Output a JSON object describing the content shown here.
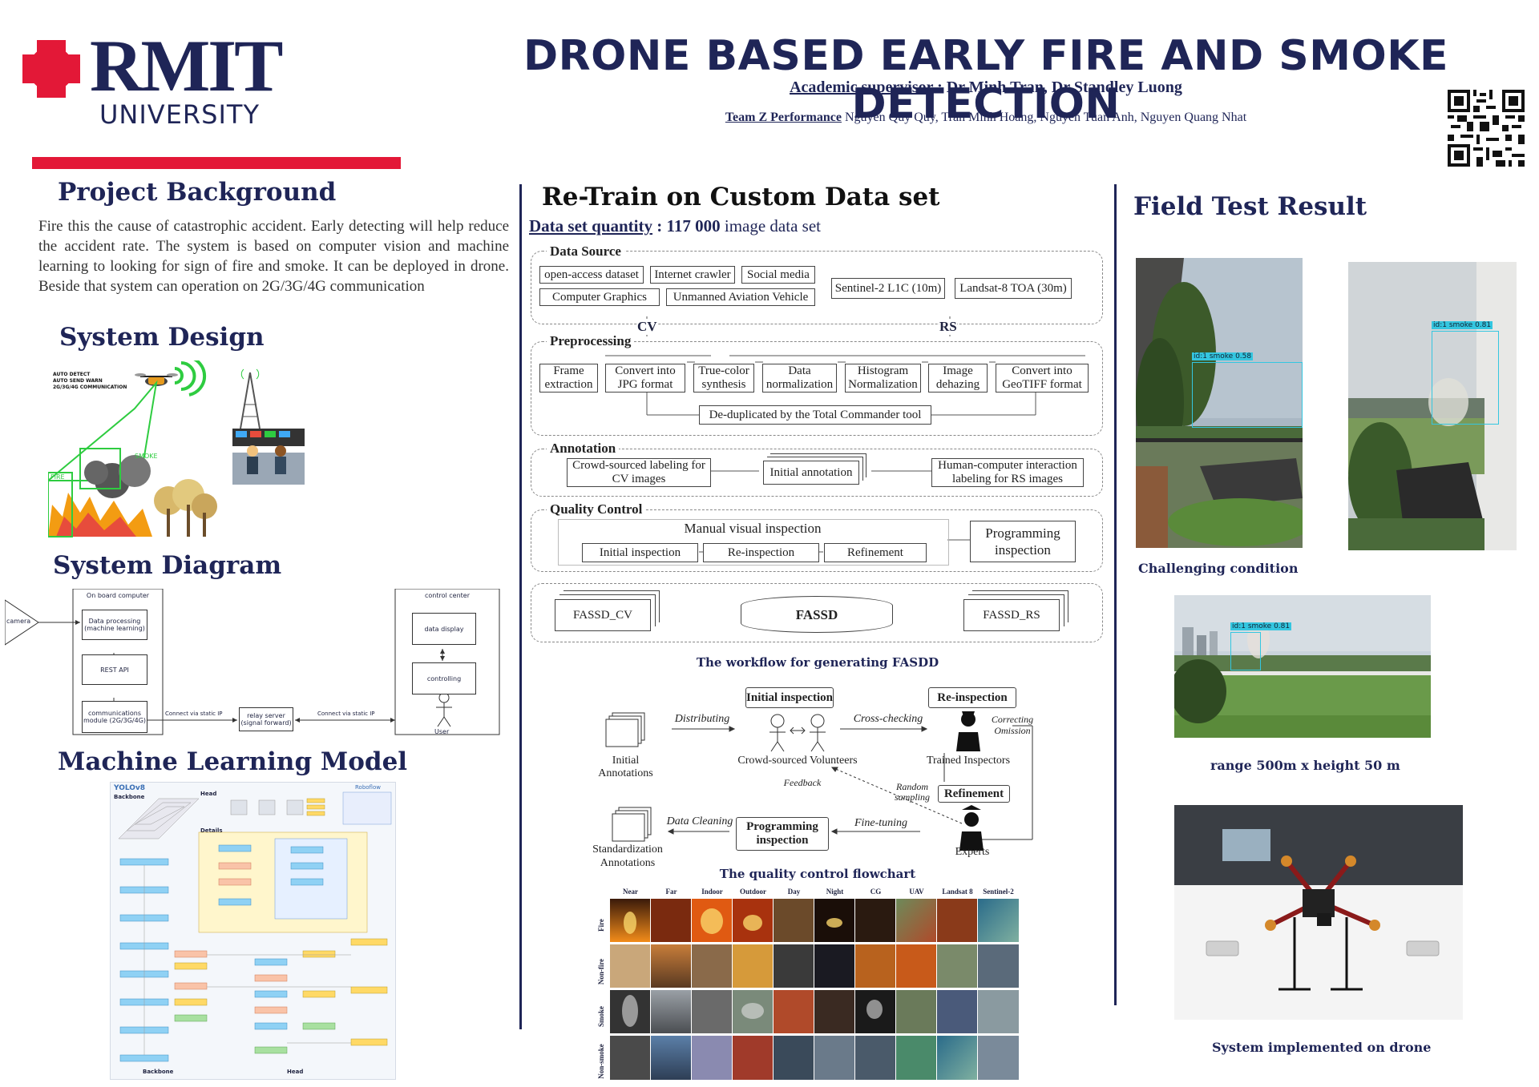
{
  "logo": {
    "name": "RMIT",
    "subtitle": "UNIVERSITY"
  },
  "header": {
    "title": "DRONE BASED EARLY FIRE AND SMOKE DETECTION",
    "supervisor_label": "Academic supervisor",
    "supervisor_names": " : Dr Minh Tran, Dr Standley Luong",
    "team_label": "Team Z Performance",
    "team_names": "  Nguyen Quy Quy, Tran Minh Hoang, Nguyen Tuan Anh, Nguyen Quang Nhat"
  },
  "left": {
    "background_title": "Project Background",
    "background_text": "Fire this the cause of  catastrophic accident. Early detecting will help reduce the accident rate. The system is based on computer vision and machine learning to looking for sign of fire and smoke. It can be deployed in drone. Beside that system can operation on 2G/3G/4G communication",
    "design_title": "System Design",
    "design_caption": [
      "AUTO DETECT",
      "AUTO SEND WARN",
      "2G/3G/4G COMMUNICATION"
    ],
    "design_smoke": "SMOKE",
    "design_fire": "FIRE",
    "diagram_title": "System Diagram",
    "diagram": {
      "camera": "camera",
      "onboard": "On board computer",
      "data_processing": "Data processing (machine learning)",
      "rest_api": "REST API",
      "comm_module": "communications module (2G/3G/4G)",
      "connect1": "Connect via static IP",
      "relay": "relay server (signal forward)",
      "connect2": "Connect via static IP",
      "control_center": "control center",
      "data_display": "data display",
      "controlling": "controlling",
      "user": "User"
    },
    "ml_title": "Machine Learning Model",
    "ml": {
      "yolo": "YOLOv8",
      "backbone": "Backbone",
      "head": "Head",
      "details": "Details",
      "brand": "Roboflow",
      "foot_backbone": "Backbone",
      "foot_head": "Head"
    }
  },
  "middle": {
    "title": "Re-Train on Custom Data set",
    "quantity_label": "Data set quantity",
    "quantity_value": " : 117 000",
    "quantity_suffix": " image data set",
    "data_source": "Data Source",
    "sources": [
      "open-access dataset",
      "Internet crawler",
      "Social media",
      "Computer Graphics",
      "Unmanned Aviation Vehicle",
      "Sentinel-2 L1C (10m)",
      "Landsat-8 TOA (30m)"
    ],
    "cv": "CV",
    "rs": "RS",
    "preprocessing": "Preprocessing",
    "pre_steps": [
      "Frame extraction",
      "Convert into JPG format",
      "True-color synthesis",
      "Data normalization",
      "Histogram Normalization",
      "Image dehazing",
      "Convert into GeoTIFF format"
    ],
    "dedup": "De-duplicated by the Total Commander tool",
    "annotation": "Annotation",
    "ann_steps": [
      "Crowd-sourced labeling for CV images",
      "Initial annotation",
      "Human-computer interaction labeling for RS images"
    ],
    "quality": "Quality Control",
    "manual": "Manual visual inspection",
    "qc_steps": [
      "Initial inspection",
      "Re-inspection",
      "Refinement",
      "Programming inspection"
    ],
    "fassd": [
      "FASSD_CV",
      "FASSD",
      "FASSD_RS"
    ],
    "workflow_caption": "The workflow for generating FASDD",
    "qc": {
      "initial_inspection": "Initial inspection",
      "re_inspection": "Re-inspection",
      "initial_annotations": "Initial Annotations",
      "distributing": "Distributing",
      "volunteers": "Crowd-sourced Volunteers",
      "cross_checking": "Cross-checking",
      "trained": "Trained Inspectors",
      "correcting": "Correcting",
      "omission": "Omission",
      "feedback": "Feedback",
      "random": "Random",
      "sampling": "sampling",
      "refinement": "Refinement",
      "data_cleaning": "Data Cleaning",
      "programming": "Programming inspection",
      "fine_tuning": "Fine-tuning",
      "experts": "Experts",
      "standardization": "Standardization Annotations"
    },
    "qc_caption": "The quality control flowchart",
    "grid_cols": [
      "Near",
      "Far",
      "Indoor",
      "Outdoor",
      "Day",
      "Night",
      "CG",
      "UAV",
      "Landsat 8",
      "Sentinel-2"
    ],
    "grid_rows": [
      "Fire",
      "Non-fire",
      "Smoke",
      "Non-smoke"
    ]
  },
  "right": {
    "title": "Field Test Result",
    "det1": "id:1  smoke  0.58",
    "det2": "id:1  smoke  0.81",
    "det3": "id:1  smoke  0.81",
    "caption1": "Challenging condition",
    "caption2": "range 500m x height 50 m",
    "caption3": "System implemented on drone"
  },
  "colors": {
    "navy": "#1f2557",
    "red": "#e31837",
    "green": "#2ecc40",
    "cyan": "#34c6e0"
  }
}
